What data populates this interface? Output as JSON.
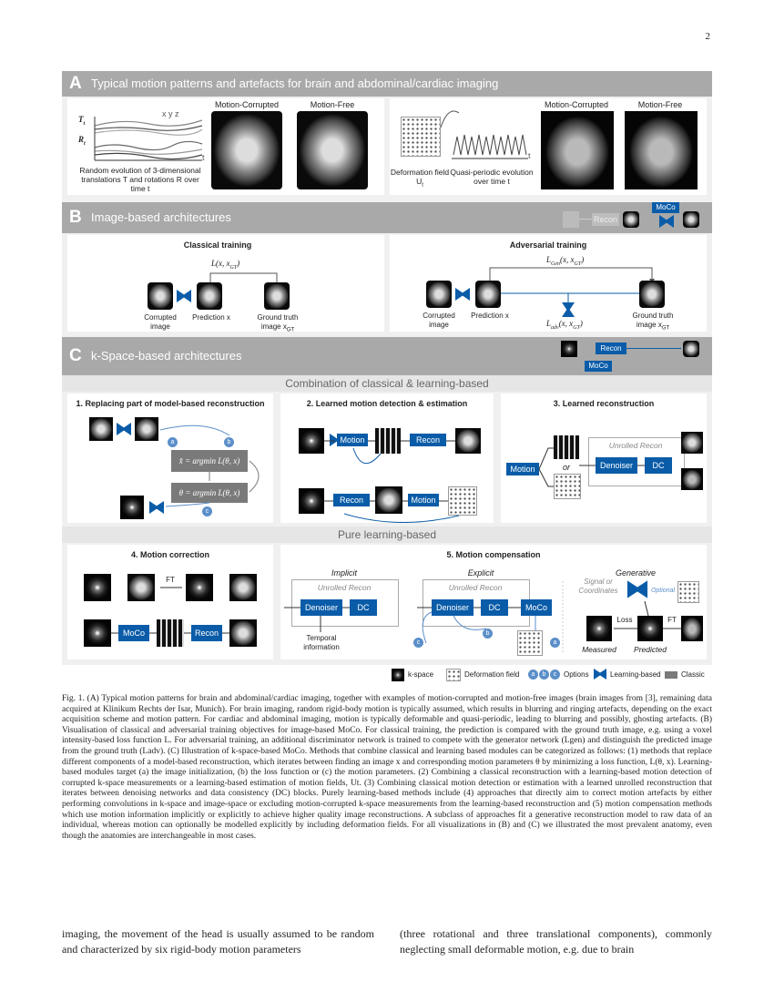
{
  "page_number": "2",
  "panel_a": {
    "letter": "A",
    "title": "Typical motion patterns and artefacts for brain and abdominal/cardiac imaging",
    "t_label": "T",
    "t_sub": "t",
    "r_label": "R",
    "r_sub": "t",
    "xyz": "x y z",
    "time_label": "t",
    "desc": "Random evolution of 3-dimensional translations T and rotations R over time t",
    "brain_corrupted": "Motion-Corrupted",
    "brain_free": "Motion-Free",
    "deformation": "Deformation field U",
    "deformation_sub": "t",
    "quasi": "Quasi-periodic evolution over time t",
    "abd_corrupted": "Motion-Corrupted",
    "abd_free": "Motion-Free"
  },
  "panel_b": {
    "letter": "B",
    "title": "Image-based architectures",
    "header_recon": "Recon",
    "header_moco": "MoCo",
    "classical_title": "Classical training",
    "classical_loss": "L(x, x",
    "classical_loss_sub": "GT",
    "corrupted": "Corrupted image",
    "prediction": "Prediction x",
    "ground_truth": "Ground truth image x",
    "ground_truth_sub": "GT",
    "adversarial_title": "Adversarial training",
    "gen_loss": "L",
    "gen_loss_sub": "Gen",
    "gen_loss_rest": "(x, x",
    "adv_loss": "L",
    "adv_loss_sub": "adv",
    "adv_loss_rest": "(x, x"
  },
  "panel_c": {
    "letter": "C",
    "title": "k-Space-based architectures",
    "header_recon": "Recon",
    "header_moco": "MoCo",
    "combination_title": "Combination of classical & learning-based",
    "s1_title": "1. Replacing part of model-based reconstruction",
    "s1_eq1": "x̂ = argmin L(θ, x)",
    "s1_eq2": "θ = argmin L(θ, x)",
    "s2_title": "2. Learned motion detection & estimation",
    "s2_motion": "Motion",
    "s2_recon": "Recon",
    "s2_recon2": "Recon",
    "s2_motion2": "Motion",
    "s3_title": "3. Learned reconstruction",
    "s3_motion": "Motion",
    "s3_or": "or",
    "s3_unrolled": "Unrolled Recon",
    "s3_denoiser": "Denoiser",
    "s3_dc": "DC",
    "pure_title": "Pure learning-based",
    "s4_title": "4. Motion correction",
    "s4_ft": "FT",
    "s4_moco": "MoCo",
    "s4_recon": "Recon",
    "s5_title": "5. Motion compensation",
    "implicit": "Implicit",
    "explicit": "Explicit",
    "generative": "Generative",
    "unrolled_recon": "Unrolled Recon",
    "denoiser": "Denoiser",
    "dc": "DC",
    "moco": "MoCo",
    "temporal": "Temporal information",
    "signal": "Signal or Coordinates",
    "optional": "Optional",
    "loss": "Loss",
    "ft": "FT",
    "measured": "Measured",
    "predicted": "Predicted"
  },
  "legend": {
    "kspace": "k-space",
    "deformation": "Deformation field",
    "options": "Options",
    "learning": "Learning-based",
    "classic": "Classic",
    "opt_a": "a",
    "opt_b": "b",
    "opt_c": "c"
  },
  "caption": "Fig. 1. (A) Typical motion patterns for brain and abdominal/cardiac imaging, together with examples of motion-corrupted and motion-free images (brain images from [3], remaining data acquired at Klinikum Rechts der Isar, Munich). For brain imaging, random rigid-body motion is typically assumed, which results in blurring and ringing artefacts, depending on the exact acquisition scheme and motion pattern. For cardiac and abdominal imaging, motion is typically deformable and quasi-periodic, leading to blurring and possibly, ghosting artefacts. (B) Visualisation of classical and adversarial training objectives for image-based MoCo. For classical training, the prediction is compared with the ground truth image, e.g. using a voxel intensity-based loss function L. For adversarial training, an additional discriminator network is trained to compete with the generator network (Lgen) and distinguish the predicted image from the ground truth (Ladv). (C) Illustration of k-space-based MoCo. Methods that combine classical and learning based modules can be categorized as follows: (1) methods that replace different components of a model-based reconstruction, which iterates between finding an image x and corresponding motion parameters θ by minimizing a loss function, L(θ, x). Learning-based modules target (a) the image initialization, (b) the loss function or (c) the motion parameters. (2) Combining a classical reconstruction with a learning-based motion detection of corrupted k-space measurements or a learning-based estimation of motion fields, Ut. (3) Combining classical motion detection or estimation with a learned unrolled reconstruction that iterates between denoising networks and data consistency (DC) blocks. Purely learning-based methods include (4) approaches that directly aim to correct motion artefacts by either performing convolutions in k-space and image-space or excluding motion-corrupted k-space measurements from the learning-based reconstruction and (5) motion compensation methods which use motion information implicitly or explicitly to achieve higher quality image reconstructions. A subclass of approaches fit a generative reconstruction model to raw data of an individual, whereas motion can optionally be modelled explicitly by including deformation fields. For all visualizations in (B) and (C) we illustrated the most prevalent anatomy, even though the anatomies are interchangeable in most cases.",
  "body_left": "imaging, the movement of the head is usually assumed to be random and characterized by six rigid-body motion parameters",
  "body_right": "(three rotational and three translational components), commonly neglecting small deformable motion, e.g. due to brain"
}
